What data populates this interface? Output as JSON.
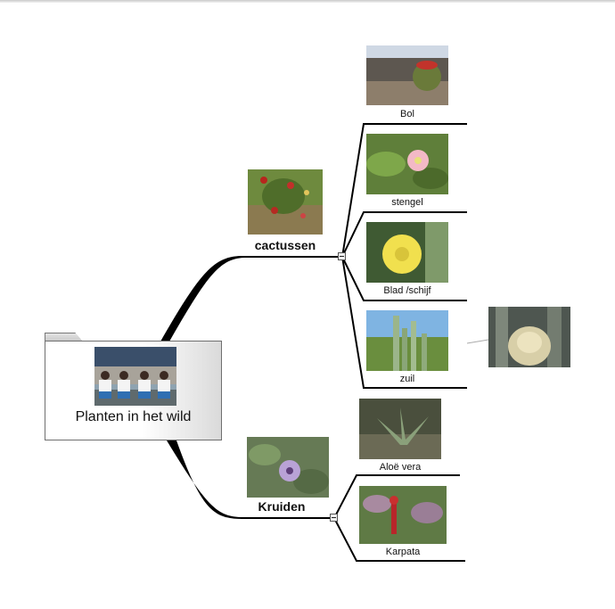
{
  "root": {
    "label": "Planten in het wild",
    "image": "group-of-students-photo"
  },
  "branches": [
    {
      "label": "cactussen",
      "image": "flowering-cactus-photo",
      "children": [
        {
          "label": "Bol",
          "image": "barrel-cactus-photo"
        },
        {
          "label": "stengel",
          "image": "pink-cactus-flower-photo"
        },
        {
          "label": "Blad /schijf",
          "image": "yellow-cactus-flower-photo"
        },
        {
          "label": "zuil",
          "image": "column-cactus-photo",
          "attached_image": "cactus-closeup-photo"
        }
      ]
    },
    {
      "label": "Kruiden",
      "image": "passion-flower-photo",
      "children": [
        {
          "label": "Aloë vera",
          "image": "aloe-vera-photo"
        },
        {
          "label": "Karpata",
          "image": "castor-plant-photo"
        }
      ]
    }
  ],
  "colors": {
    "line": "#000000",
    "connector": "#aaaaaa"
  }
}
